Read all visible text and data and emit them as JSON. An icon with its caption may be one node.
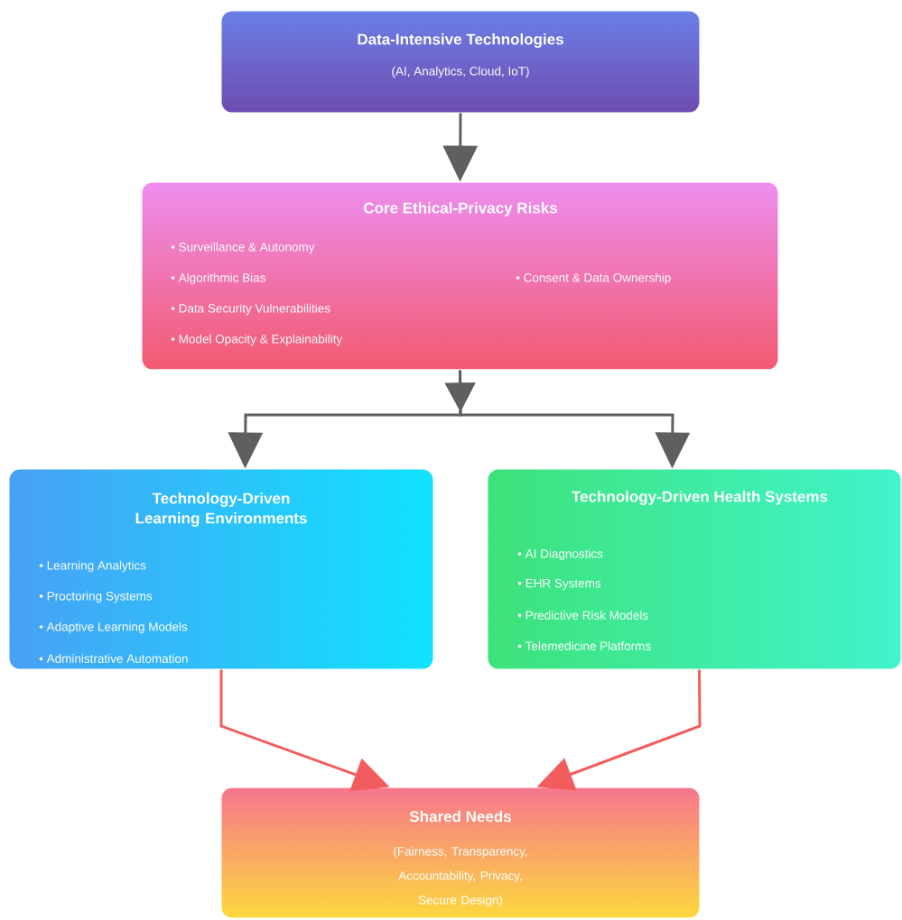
{
  "diagram": {
    "nodes": [
      {
        "text": [
          "Data-Intensive Technologies",
          "(AI, Analytics, Cloud, IoT)"
        ]
      },
      {
        "text": [
          "Core Ethical-Privacy Risks",
          "• Surveillance & Autonomy",
          "• Algorithmic Bias",
          "• Data Security Vulnerabilities",
          "• Model Opacity & Explainability",
          "• Consent & Data Ownership"
        ]
      },
      {
        "text": [
          "Technology-Driven Learning Environments",
          "• Learning Analytics",
          "• Proctoring Systems",
          "• Adaptive Learning Models",
          "• Administrative Automation"
        ]
      },
      {
        "text": [
          "Technology-Driven Health Systems",
          "• AI Diagnostics",
          "• EHR Systems",
          "• Predictive Risk Models",
          "• Telemedicine Platforms"
        ]
      },
      {
        "text": [
          "Shared Needs",
          "(Fairness, Transparency, Accountability, Privacy, Secure Design)"
        ]
      }
    ],
    "edges": [
      {
        "from": 0,
        "to": 1,
        "arrow": "to"
      },
      {
        "from": 1,
        "to": 2,
        "arrow": "to"
      },
      {
        "from": 1,
        "to": 3,
        "arrow": "to"
      },
      {
        "from": 2,
        "to": 4,
        "arrow": "to",
        "color": "#f25c5c"
      },
      {
        "from": 3,
        "to": 4,
        "arrow": "to",
        "color": "#f25c5c"
      }
    ]
  }
}
